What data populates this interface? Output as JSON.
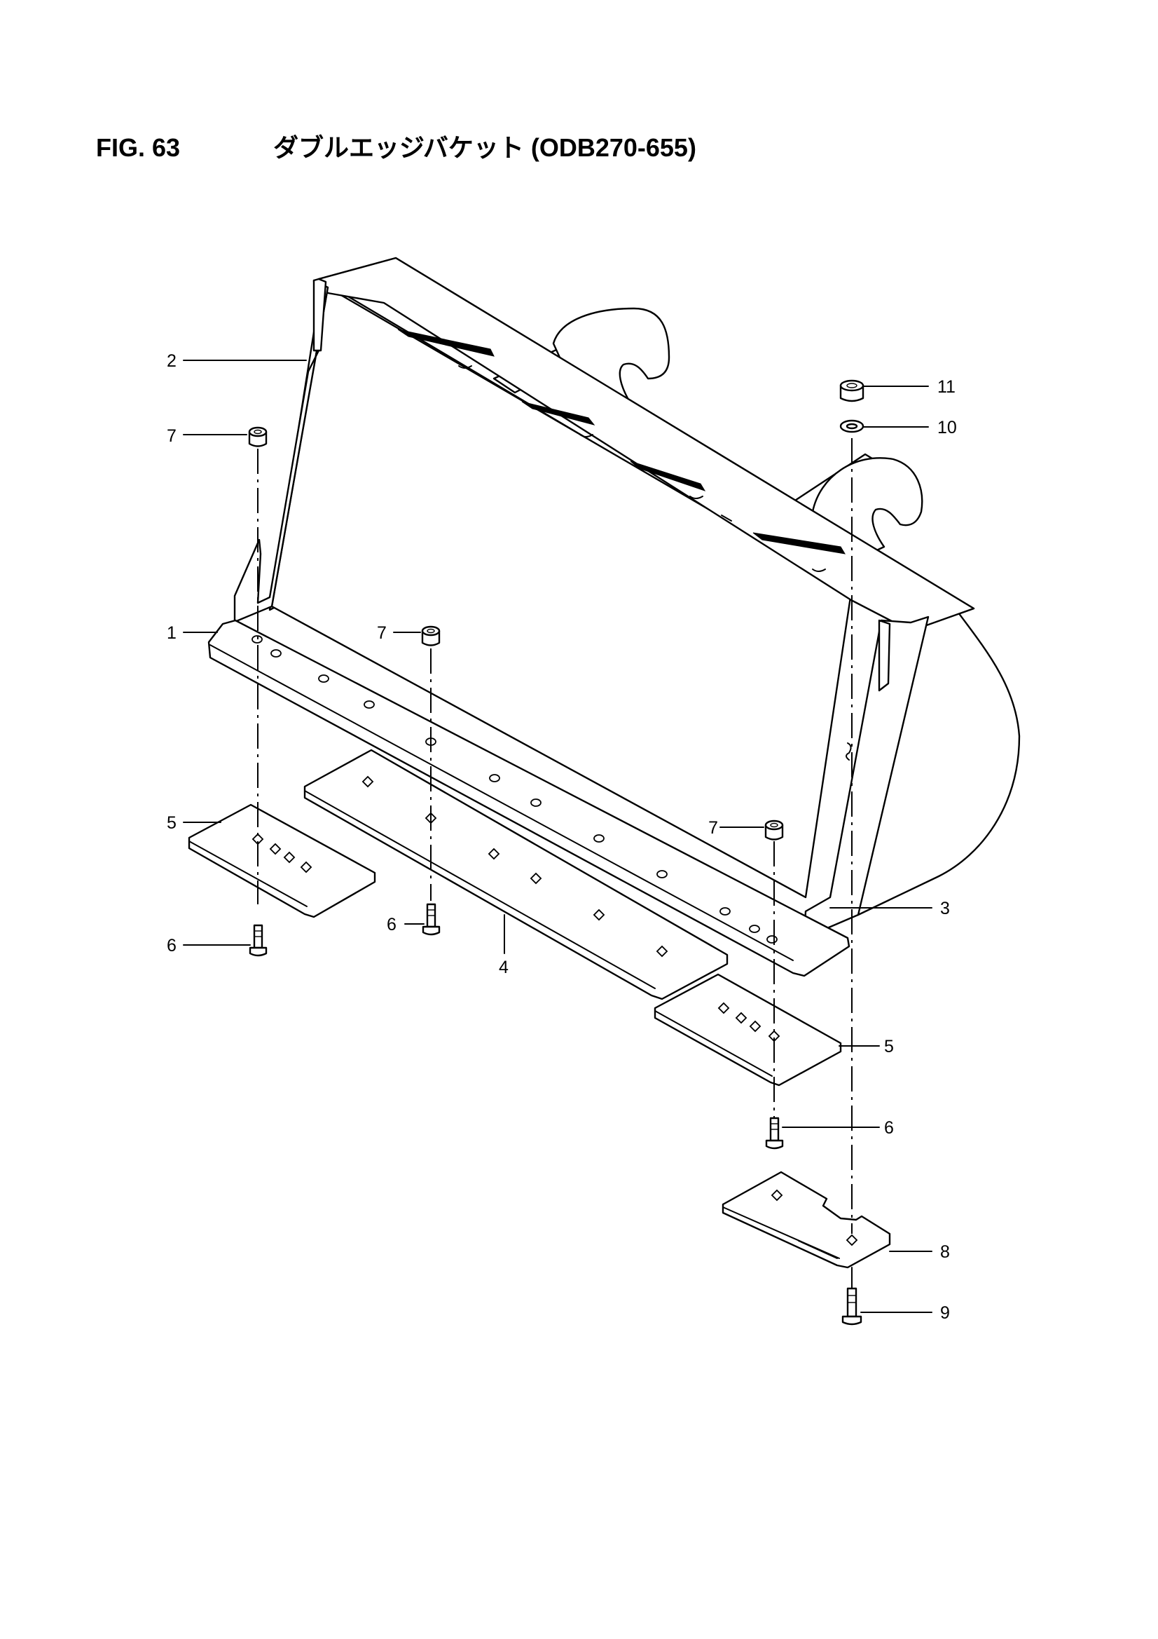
{
  "figure": {
    "number": "FIG. 63",
    "title": "ダブルエッジバケット (ODB270-655)"
  },
  "callouts": {
    "c1": "1",
    "c2": "2",
    "c3": "3",
    "c4": "4",
    "c5a": "5",
    "c5b": "5",
    "c6a": "6",
    "c6b": "6",
    "c6c": "6",
    "c7a": "7",
    "c7b": "7",
    "c7c": "7",
    "c8": "8",
    "c9": "9",
    "c10": "10",
    "c11": "11"
  }
}
